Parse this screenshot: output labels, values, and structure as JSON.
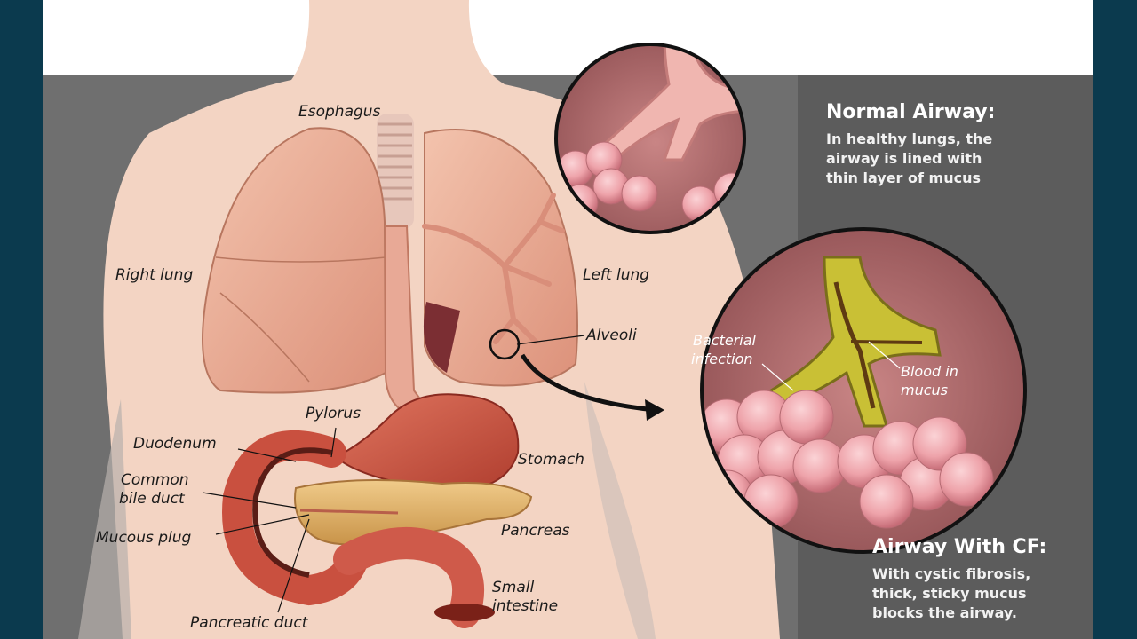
{
  "colors": {
    "frame": "#0b3a4e",
    "sky": "#ffffff",
    "panel_gray": "#707070",
    "skin": "#f4d5c4",
    "lung": "#e9ad97",
    "stomach": "#c8513f",
    "pancreas": "#e3b573",
    "mucus": "#a9a328",
    "alveoli": "#f0aab0"
  },
  "labels": {
    "esophagus": "Esophagus",
    "right_lung": "Right lung",
    "left_lung": "Left lung",
    "alveoli": "Alveoli",
    "pylorus": "Pylorus",
    "duodenum": "Duodenum",
    "common_bile_duct_1": "Common",
    "common_bile_duct_2": "bile duct",
    "mucous_plug": "Mucous plug",
    "stomach": "Stomach",
    "pancreas": "Pancreas",
    "small_intestine_1": "Small",
    "small_intestine_2": "intestine",
    "pancreatic_duct": "Pancreatic duct",
    "bacterial_infection_1": "Bacterial",
    "bacterial_infection_2": "infection",
    "blood_in_mucus_1": "Blood in",
    "blood_in_mucus_2": "mucus"
  },
  "normal_airway": {
    "title": "Normal Airway:",
    "lines": [
      "In healthy lungs, the",
      "airway is lined with",
      "thin layer of mucus"
    ]
  },
  "cf_airway": {
    "title": "Airway With CF:",
    "lines": [
      "With cystic fibrosis,",
      "thick, sticky mucus",
      "blocks the airway."
    ]
  }
}
